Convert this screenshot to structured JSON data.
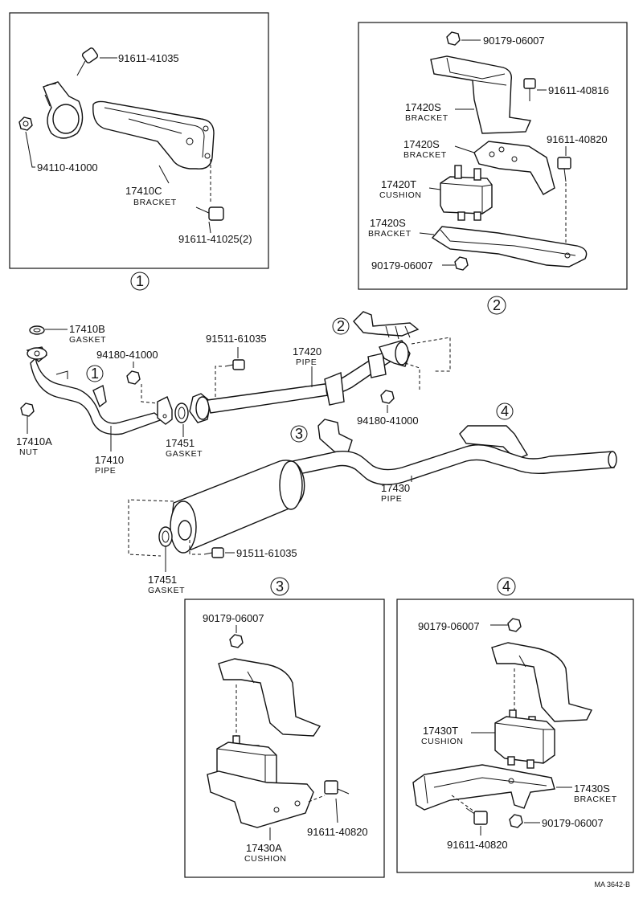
{
  "insets": {
    "inset1": {
      "marker": "1",
      "parts": [
        {
          "number": "91611-41035",
          "name": ""
        },
        {
          "number": "94110-41000",
          "name": ""
        },
        {
          "number": "17410C",
          "name": "BRACKET"
        },
        {
          "number": "91611-41025(2)",
          "name": ""
        }
      ]
    },
    "inset2": {
      "marker": "2",
      "parts": [
        {
          "number": "90179-06007",
          "name": ""
        },
        {
          "number": "91611-40816",
          "name": ""
        },
        {
          "number": "17420S",
          "name": "BRACKET"
        },
        {
          "number": "17420S",
          "name": "BRACKET"
        },
        {
          "number": "91611-40820",
          "name": ""
        },
        {
          "number": "17420T",
          "name": "CUSHION"
        },
        {
          "number": "17420S",
          "name": "BRACKET"
        },
        {
          "number": "90179-06007",
          "name": ""
        }
      ]
    },
    "inset3": {
      "marker": "3",
      "parts": [
        {
          "number": "90179-06007",
          "name": ""
        },
        {
          "number": "91611-40820",
          "name": ""
        },
        {
          "number": "17430A",
          "name": "CUSHION"
        }
      ]
    },
    "inset4": {
      "marker": "4",
      "parts": [
        {
          "number": "90179-06007",
          "name": ""
        },
        {
          "number": "17430T",
          "name": "CUSHION"
        },
        {
          "number": "17430S",
          "name": "BRACKET"
        },
        {
          "number": "91611-40820",
          "name": ""
        },
        {
          "number": "90179-06007",
          "name": ""
        }
      ]
    }
  },
  "main": {
    "markers": [
      "1",
      "2",
      "3",
      "4"
    ],
    "parts": [
      {
        "number": "17410B",
        "name": "GASKET"
      },
      {
        "number": "94180-41000",
        "name": ""
      },
      {
        "number": "91511-61035",
        "name": ""
      },
      {
        "number": "17420",
        "name": "PIPE"
      },
      {
        "number": "17410A",
        "name": "NUT"
      },
      {
        "number": "17410",
        "name": "PIPE"
      },
      {
        "number": "17451",
        "name": "GASKET"
      },
      {
        "number": "94180-41000",
        "name": ""
      },
      {
        "number": "17430",
        "name": "PIPE"
      },
      {
        "number": "91511-61035",
        "name": ""
      },
      {
        "number": "17451",
        "name": "GASKET"
      }
    ]
  },
  "footer": {
    "code": "MA 3642-B"
  }
}
